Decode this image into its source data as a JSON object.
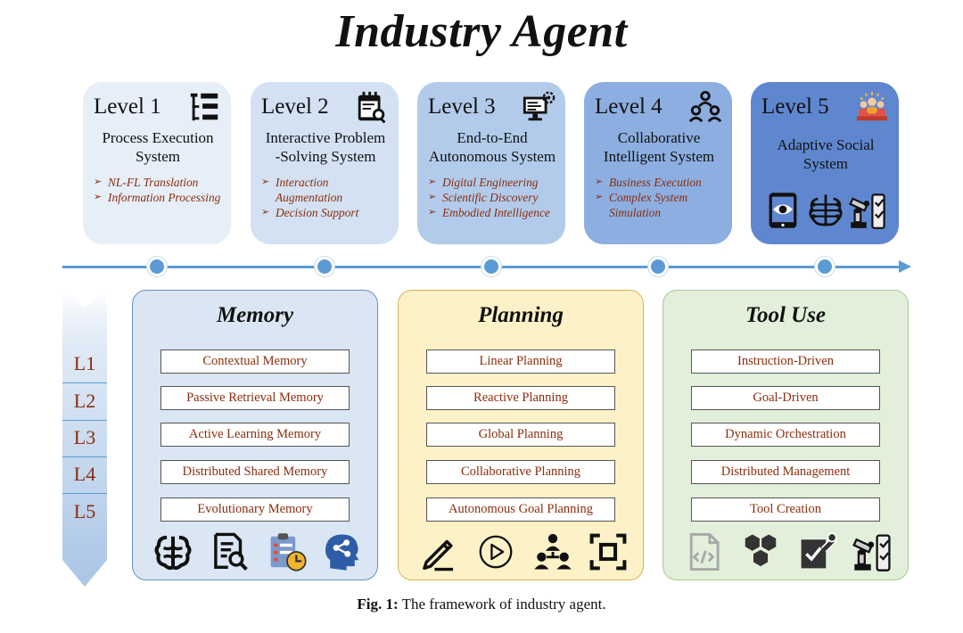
{
  "title": "Industry Agent",
  "levels": [
    {
      "label": "Level 1",
      "name": "Process Execution System",
      "items": [
        "NL-FL Translation",
        "Information Processing"
      ],
      "icon": "process-list-icon",
      "color": "#e6eef8"
    },
    {
      "label": "Level 2",
      "name": "Interactive Problem -Solving System",
      "items": [
        "Interaction Augmentation",
        "Decision Support"
      ],
      "icon": "calendar-search-icon",
      "color": "#d3e1f3"
    },
    {
      "label": "Level 3",
      "name": "End-to-End Autonomous System",
      "items": [
        "Digital Engineering",
        "Scientific Discovery",
        "Embodied Intelligence"
      ],
      "icon": "computer-gear-icon",
      "color": "#b2cbeb"
    },
    {
      "label": "Level 4",
      "name": "Collaborative Intelligent System",
      "items": [
        "Business Execution",
        "Complex System Simulation"
      ],
      "icon": "team-network-icon",
      "color": "#8daee0"
    },
    {
      "label": "Level 5",
      "name": "Adaptive Social System",
      "items": [],
      "icon": "social-group-icon",
      "color": "#5f87cf"
    }
  ],
  "side_levels": [
    "L1",
    "L2",
    "L3",
    "L4",
    "L5"
  ],
  "panels": [
    {
      "title": "Memory",
      "items": [
        "Contextual Memory",
        "Passive Retrieval Memory",
        "Active Learning Memory",
        "Distributed Shared Memory",
        "Evolutionary Memory"
      ],
      "bg": "#dae6f3",
      "border": "#6c8fc0",
      "icons": [
        "brain-icon",
        "document-search-icon",
        "checklist-clock-icon",
        "head-network-icon"
      ]
    },
    {
      "title": "Planning",
      "items": [
        "Linear Planning",
        "Reactive Planning",
        "Global Planning",
        "Collaborative Planning",
        "Autonomous Goal Planning"
      ],
      "bg": "#fdf1c7",
      "border": "#d9b451",
      "icons": [
        "pencil-icon",
        "play-circle-icon",
        "people-hierarchy-icon",
        "focus-frame-icon"
      ]
    },
    {
      "title": "Tool Use",
      "items": [
        "Instruction-Driven",
        "Goal-Driven",
        "Dynamic Orchestration",
        "Distributed Management",
        "Tool Creation"
      ],
      "bg": "#e2efda",
      "border": "#a8c89a",
      "icons": [
        "code-file-icon",
        "hexagon-cluster-icon",
        "check-wrench-icon",
        "robot-arm-icon"
      ]
    }
  ],
  "level5_icons": [
    "eye-tablet-icon",
    "circuit-brain-icon",
    "robot-arm-icon"
  ],
  "caption": {
    "prefix": "Fig. 1:",
    "text": " The framework of industry agent."
  }
}
